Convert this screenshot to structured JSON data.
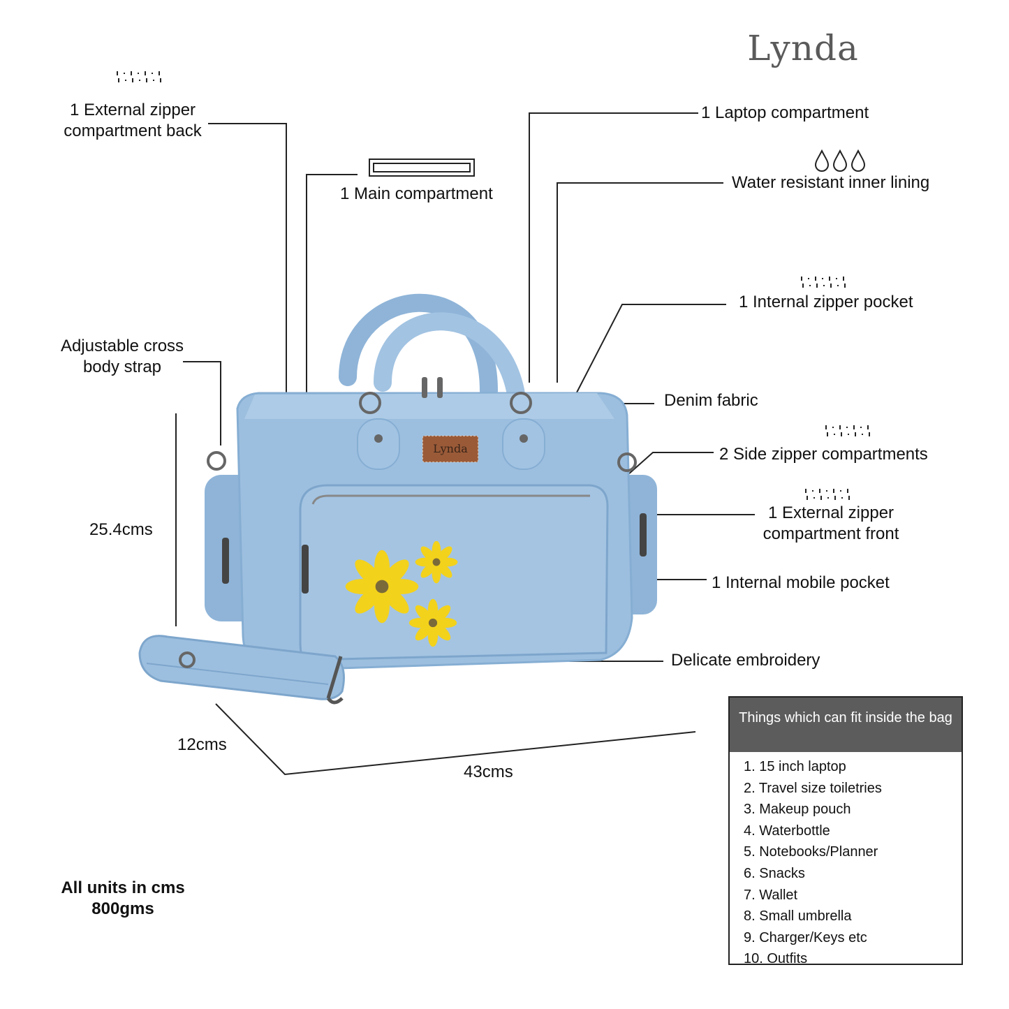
{
  "brand": "Lynda",
  "patch_text": "Lynda",
  "colors": {
    "denim": "#9dbfdf",
    "denim_dark": "#7ea6cc",
    "flower": "#f3d21c",
    "flower_center": "#7a6a3a",
    "patch": "#9a5a38",
    "box_header": "#5c5c5c"
  },
  "features": {
    "ext_zipper_back": "1 External zipper\ncompartment back",
    "main_compartment": "1 Main compartment",
    "laptop": "1 Laptop compartment",
    "water_lining": "Water resistant inner lining",
    "internal_zipper": "1 Internal zipper pocket",
    "strap": "Adjustable cross\nbody strap",
    "denim": "Denim fabric",
    "side_zipper": "2 Side zipper compartments",
    "ext_zipper_front": "1 External zipper\ncompartment front",
    "mobile_pocket": "1 Internal mobile pocket",
    "embroidery": "Delicate embroidery"
  },
  "icons": {
    "zipper": "zipper-icon",
    "compartment": "compartment-rectangle-icon",
    "water": "water-drops-icon"
  },
  "dimensions": {
    "height": "25.4cms",
    "depth": "12cms",
    "width": "43cms"
  },
  "footer": {
    "units": "All units in cms",
    "weight": "800gms"
  },
  "fit_box": {
    "title": "Things which can fit inside the bag",
    "items": [
      "1.  15 inch laptop",
      "2.  Travel size toiletries",
      "3.  Makeup pouch",
      "4.  Waterbottle",
      "5.  Notebooks/Planner",
      "6.  Snacks",
      "7.  Wallet",
      "8.  Small umbrella",
      "9.  Charger/Keys etc",
      "10. Outfits"
    ]
  }
}
